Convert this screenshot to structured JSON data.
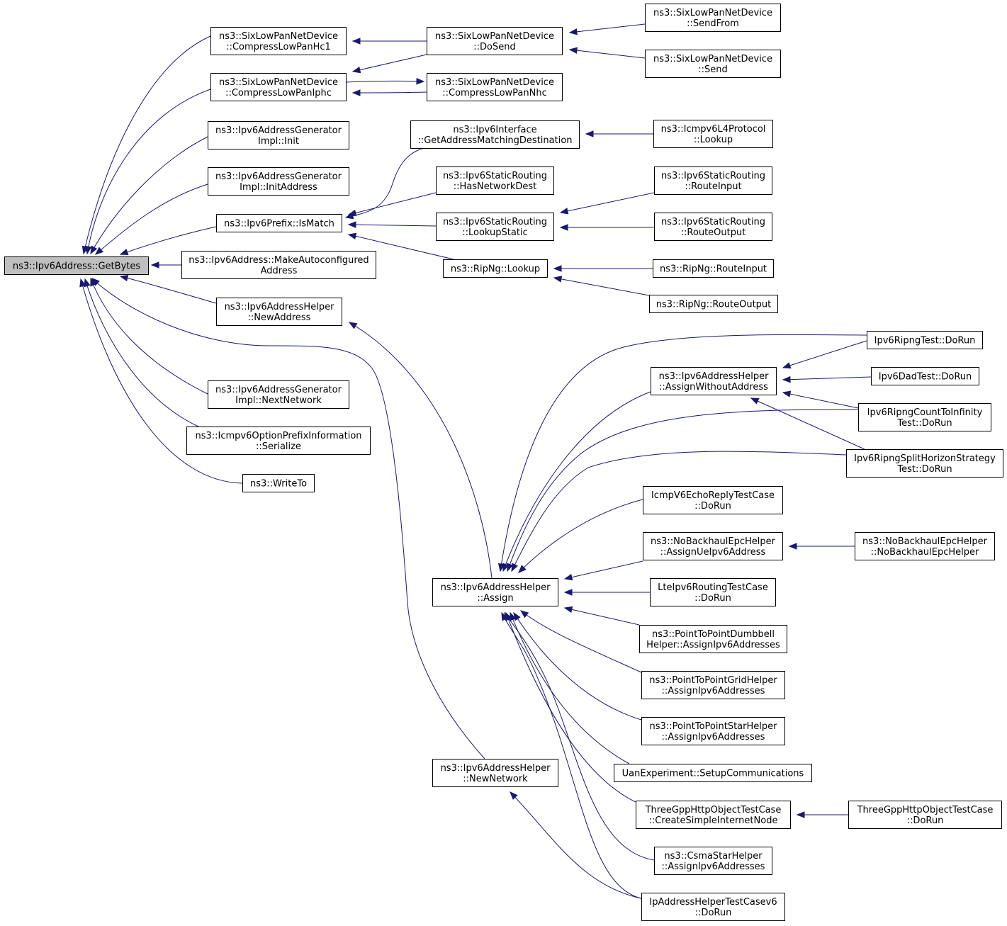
{
  "colors": {
    "edge": "#191970",
    "root_fill": "#bfbfbf",
    "node_fill": "#ffffff",
    "node_border": "#000000"
  },
  "nodes": {
    "getbytes": {
      "lines": [
        "ns3::Ipv6Address::GetBytes"
      ],
      "root": true
    },
    "compresslowpanhc1": {
      "lines": [
        "ns3::SixLowPanNetDevice",
        "::CompressLowPanHc1"
      ]
    },
    "compresslowpaniphc": {
      "lines": [
        "ns3::SixLowPanNetDevice",
        "::CompressLowPanIphc"
      ]
    },
    "addrgen_init": {
      "lines": [
        "ns3::Ipv6AddressGenerator",
        "Impl::Init"
      ]
    },
    "addrgen_initaddress": {
      "lines": [
        "ns3::Ipv6AddressGenerator",
        "Impl::InitAddress"
      ]
    },
    "prefix_ismatch": {
      "lines": [
        "ns3::Ipv6Prefix::IsMatch"
      ]
    },
    "makeautoconfigured": {
      "lines": [
        "ns3::Ipv6Address::MakeAutoconfigured",
        "Address"
      ]
    },
    "helper_newaddress": {
      "lines": [
        "ns3::Ipv6AddressHelper",
        "::NewAddress"
      ]
    },
    "addrgen_nextnetwork": {
      "lines": [
        "ns3::Ipv6AddressGenerator",
        "Impl::NextNetwork"
      ]
    },
    "icmpv6_serialize": {
      "lines": [
        "ns3::Icmpv6OptionPrefixInformation",
        "::Serialize"
      ]
    },
    "writeto": {
      "lines": [
        "ns3::WriteTo"
      ]
    },
    "dosend": {
      "lines": [
        "ns3::SixLowPanNetDevice",
        "::DoSend"
      ]
    },
    "compresslowpannhc": {
      "lines": [
        "ns3::SixLowPanNetDevice",
        "::CompressLowPanNhc"
      ]
    },
    "getaddressmatching": {
      "lines": [
        "ns3::Ipv6Interface",
        "::GetAddressMatchingDestination"
      ]
    },
    "hasnetworkdest": {
      "lines": [
        "ns3::Ipv6StaticRouting",
        "::HasNetworkDest"
      ]
    },
    "lookupstatic": {
      "lines": [
        "ns3::Ipv6StaticRouting",
        "::LookupStatic"
      ]
    },
    "ripng_lookup": {
      "lines": [
        "ns3::RipNg::Lookup"
      ]
    },
    "helper_assign": {
      "lines": [
        "ns3::Ipv6AddressHelper",
        "::Assign"
      ]
    },
    "helper_newnetwork": {
      "lines": [
        "ns3::Ipv6AddressHelper",
        "::NewNetwork"
      ]
    },
    "sendfrom": {
      "lines": [
        "ns3::SixLowPanNetDevice",
        "::SendFrom"
      ]
    },
    "send": {
      "lines": [
        "ns3::SixLowPanNetDevice",
        "::Send"
      ]
    },
    "icmpv6l4_lookup": {
      "lines": [
        "ns3::Icmpv6L4Protocol",
        "::Lookup"
      ]
    },
    "static_routeinput": {
      "lines": [
        "ns3::Ipv6StaticRouting",
        "::RouteInput"
      ]
    },
    "static_routeoutput": {
      "lines": [
        "ns3::Ipv6StaticRouting",
        "::RouteOutput"
      ]
    },
    "ripng_routeinput": {
      "lines": [
        "ns3::RipNg::RouteInput"
      ]
    },
    "ripng_routeoutput": {
      "lines": [
        "ns3::RipNg::RouteOutput"
      ]
    },
    "assignwithoutaddress": {
      "lines": [
        "ns3::Ipv6AddressHelper",
        "::AssignWithoutAddress"
      ]
    },
    "ipv6ripngtest": {
      "lines": [
        "Ipv6RipngTest::DoRun"
      ]
    },
    "ipv6dadtest": {
      "lines": [
        "Ipv6DadTest::DoRun"
      ]
    },
    "ripngcounttoinfinity": {
      "lines": [
        "Ipv6RipngCountToInfinity",
        "Test::DoRun"
      ]
    },
    "ripngsplithorizon": {
      "lines": [
        "Ipv6RipngSplitHorizonStrategy",
        "Test::DoRun"
      ]
    },
    "icmpv6echoreply": {
      "lines": [
        "IcmpV6EchoReplyTestCase",
        "::DoRun"
      ]
    },
    "nobackhaul_assignue": {
      "lines": [
        "ns3::NoBackhaulEpcHelper",
        "::AssignUeIpv6Address"
      ]
    },
    "nobackhaul_ctor": {
      "lines": [
        "ns3::NoBackhaulEpcHelper",
        "::NoBackhaulEpcHelper"
      ]
    },
    "lteipv6routing": {
      "lines": [
        "LteIpv6RoutingTestCase",
        "::DoRun"
      ]
    },
    "p2p_dumbbell": {
      "lines": [
        "ns3::PointToPointDumbbell",
        "Helper::AssignIpv6Addresses"
      ]
    },
    "p2p_grid": {
      "lines": [
        "ns3::PointToPointGridHelper",
        "::AssignIpv6Addresses"
      ]
    },
    "p2p_star": {
      "lines": [
        "ns3::PointToPointStarHelper",
        "::AssignIpv6Addresses"
      ]
    },
    "uanexperiment": {
      "lines": [
        "UanExperiment::SetupCommunications"
      ]
    },
    "threegpp_create": {
      "lines": [
        "ThreeGppHttpObjectTestCase",
        "::CreateSimpleInternetNode"
      ]
    },
    "threegpp_dorun": {
      "lines": [
        "ThreeGppHttpObjectTestCase",
        "::DoRun"
      ]
    },
    "csmastar": {
      "lines": [
        "ns3::CsmaStarHelper",
        "::AssignIpv6Addresses"
      ]
    },
    "iphelpertest": {
      "lines": [
        "IpAddressHelperTestCasev6",
        "::DoRun"
      ]
    }
  }
}
